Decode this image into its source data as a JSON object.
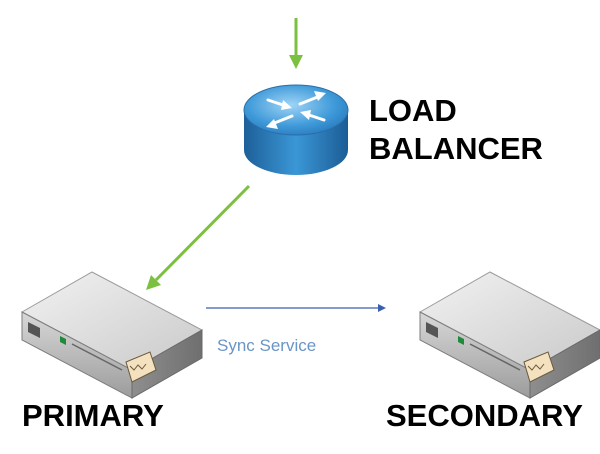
{
  "load_balancer": {
    "label_line1": "LOAD",
    "label_line2": "BALANCER"
  },
  "primary": {
    "label": "PRIMARY"
  },
  "secondary": {
    "label": "SECONDARY"
  },
  "sync": {
    "label": "Sync Service"
  },
  "colors": {
    "traffic_arrow": "#7cc040",
    "sync_arrow": "#3a5fb0",
    "router_top": "#2f8fd0",
    "server_body": "#a9a9a9"
  },
  "icons": [
    "router-icon",
    "server-icon"
  ]
}
